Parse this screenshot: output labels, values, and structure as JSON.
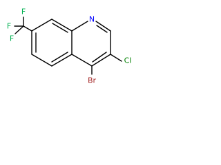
{
  "atoms": {
    "nitrogen": {
      "label": "N",
      "color": "#0000FF"
    },
    "chlorine": {
      "label": "Cl",
      "color": "#008000"
    },
    "bromine": {
      "label": "Br",
      "color": "#A52A2A"
    },
    "fluorine_1": {
      "label": "F",
      "color": "#00B050"
    },
    "fluorine_2": {
      "label": "F",
      "color": "#00B050"
    },
    "fluorine_3": {
      "label": "F",
      "color": "#00B050"
    }
  },
  "colors": {
    "bond": "#000000",
    "background": "#FFFFFF"
  }
}
